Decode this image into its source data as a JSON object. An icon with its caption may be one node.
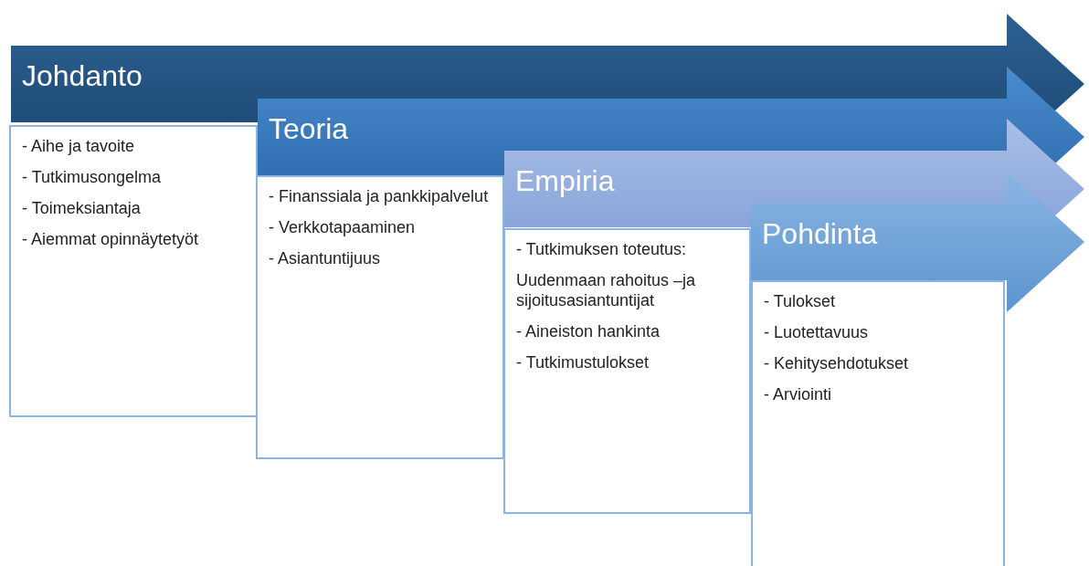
{
  "diagram": {
    "nodes": [
      {
        "text": [
          "Johdanto"
        ]
      },
      {
        "text": [
          "- Aihe ja tavoite",
          "- Tutkimusongelma",
          "- Toimeksiantaja",
          "- Aiemmat opinnäytetyöt"
        ]
      },
      {
        "text": [
          "Teoria"
        ]
      },
      {
        "text": [
          "- Finanssiala ja pankkipalvelut",
          "- Verkkotapaaminen",
          "- Asiantuntijuus"
        ]
      },
      {
        "text": [
          "Empiria"
        ]
      },
      {
        "text": [
          "- Tutkimuksen toteutus:",
          "Uudenmaan rahoitus –ja sijoitusasiantuntijat",
          "- Aineiston hankinta",
          "- Tutkimustulokset"
        ]
      },
      {
        "text": [
          "Pohdinta"
        ]
      },
      {
        "text": [
          "- Tulokset",
          "- Luotettavuus",
          "- Kehitysehdotukset",
          "- Arviointi"
        ]
      }
    ]
  }
}
